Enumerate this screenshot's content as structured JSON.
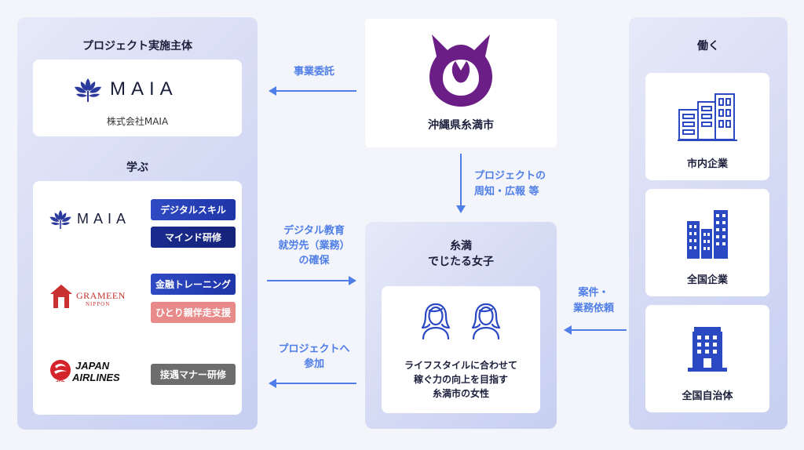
{
  "left": {
    "title": "プロジェクト実施主体",
    "maia_card": {
      "logo_text": "MAIA",
      "company": "株式会社MAIA"
    },
    "learn_title": "学ぶ",
    "partners": [
      {
        "name": "MAIA",
        "tags": [
          "デジタルスキル",
          "マインド研修"
        ]
      },
      {
        "name": "GRAMEEN",
        "sub": "NIPPON",
        "tags": [
          "金融トレーニング",
          "ひとり親伴走支援"
        ]
      },
      {
        "name_line1": "JAPAN",
        "name_line2": "AIRLINES",
        "badge": "JAL",
        "tags": [
          "接遇マナー研修"
        ]
      }
    ]
  },
  "city": {
    "name": "沖縄県糸満市"
  },
  "center": {
    "title_line1": "糸満",
    "title_line2": "でじたる女子",
    "desc_line1": "ライフスタイルに合わせて",
    "desc_line2": "稼ぐ力の向上を目指す",
    "desc_line3": "糸満市の女性"
  },
  "right": {
    "title": "働く",
    "cards": [
      "市内企業",
      "全国企業",
      "全国自治体"
    ]
  },
  "arrows": {
    "commission": "事業委託",
    "promotion_line1": "プロジェクトの",
    "promotion_line2": "周知・広報 等",
    "education_line1": "デジタル教育",
    "education_line2": "就労先（業務）",
    "education_line3": "の確保",
    "participation_line1": "プロジェクトへ",
    "participation_line2": "参加",
    "request_line1": "案件・",
    "request_line2": "業務依頼"
  },
  "colors": {
    "accent_blue": "#4f7ee8",
    "city_purple": "#6b1f86",
    "icon_blue": "#2c49c4",
    "grameen_red": "#c8312f",
    "jal_red": "#d2242a"
  }
}
